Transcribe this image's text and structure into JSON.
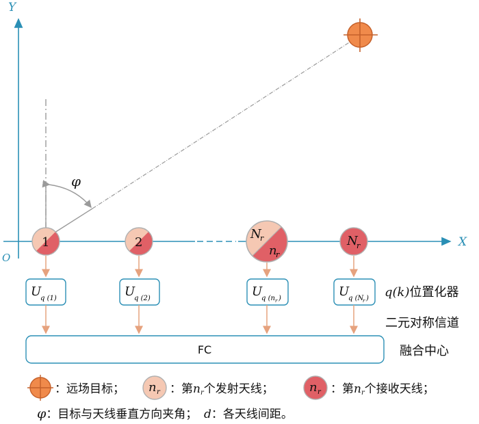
{
  "axes": {
    "x_label": "X",
    "y_label": "Y",
    "origin_label": "O"
  },
  "angle_label": "φ",
  "antennas": [
    {
      "label": "1",
      "type": "tx-rx"
    },
    {
      "label": "2",
      "type": "tx-rx"
    },
    {
      "label": "N",
      "label_sub": "r",
      "label2": "n",
      "label2_sub": "r",
      "type": "tx-rx-big"
    },
    {
      "label": "N",
      "label_sub": "r",
      "type": "rx"
    }
  ],
  "quantizers": [
    {
      "main": "U",
      "sub": "q (1)"
    },
    {
      "main": "U",
      "sub": "q (2)"
    },
    {
      "main": "U",
      "sub": "q (n",
      "sub2": "r",
      "sub_end": ")"
    },
    {
      "main": "U",
      "sub": "q (N",
      "sub2": "r",
      "sub_end": ")"
    }
  ],
  "fusion_center": "FC",
  "side_labels": {
    "quantizer_prefix": "q",
    "quantizer_paren": "(k)",
    "quantizer": "位置化器",
    "channel": "二元对称信道",
    "fusion": "融合中心"
  },
  "legend": {
    "target": "：远场目标；",
    "tx_symbol": "n",
    "tx_symbol_sub": "r",
    "tx": "：第",
    "tx_n": "n",
    "tx_n_sub": "r",
    "tx_rest": "个发射天线；",
    "rx_symbol": "n",
    "rx_symbol_sub": "r",
    "rx": "：第",
    "rx_n": "n",
    "rx_n_sub": "r",
    "rx_rest": "个接收天线；",
    "phi_symbol": "φ",
    "phi_text": "：目标与天线垂直方向夹角；",
    "d_symbol": "d",
    "d_text": "：各天线间距。"
  },
  "colors": {
    "axis": "#2a8fb5",
    "tx_light": "#f5c8b3",
    "rx_red": "#e06066",
    "target_orange": "#f08a4b",
    "arrow": "#e6a27e",
    "gray": "#9a9a9a"
  }
}
